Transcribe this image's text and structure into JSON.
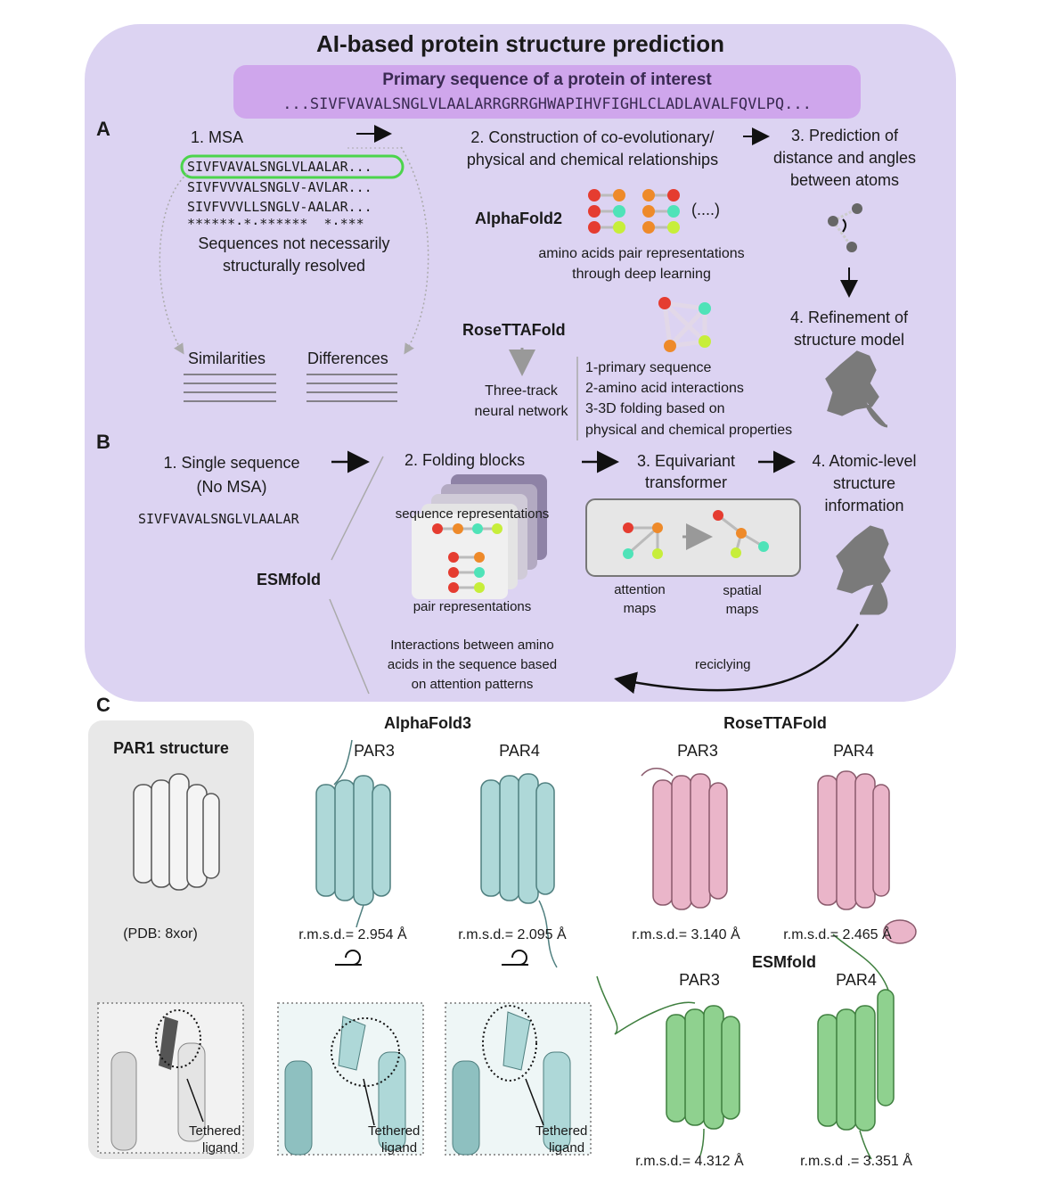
{
  "title": "AI-based protein structure prediction",
  "sequence_box": {
    "heading": "Primary sequence of a protein of interest",
    "sequence": "...SIVFVAVALSNGLVLAALARRGRRGHWAPIHVFIGHLCLADLAVALFQVLPQ..."
  },
  "panel_a": {
    "letter": "A",
    "msa_label": "1. MSA",
    "msa_lines": [
      "SIVFVAVALSNGLVLAALAR...",
      "SIVFVVVALSNGLV-AVLAR...",
      "SIVFVVVLLSNGLV-AALAR...",
      "******·*·******  *·***"
    ],
    "msa_note_1": "Sequences not necessarily",
    "msa_note_2": "structurally resolved",
    "similarities": "Similarities",
    "differences": "Differences",
    "step2_line1": "2. Construction of co-evolutionary/",
    "step2_line2": "physical and chemical relationships",
    "alphafold2": "AlphaFold2",
    "ellipsis": "(....)",
    "af2_note_1": "amino acids pair representations",
    "af2_note_2": "through deep learning",
    "step3_line1": "3. Prediction of",
    "step3_line2": "distance and angles",
    "step3_line3": "between atoms",
    "step4_line1": "4. Refinement of",
    "step4_line2": "structure model",
    "rosettafold": "RoseTTAFold",
    "three_track_1": "Three-track",
    "three_track_2": "neural network",
    "tracks": [
      "1-primary sequence",
      "2-amino acid interactions",
      "3-3D folding based on",
      "physical and chemical properties"
    ]
  },
  "panel_b": {
    "letter": "B",
    "single_seq_1": "1. Single sequence",
    "single_seq_2": "(No MSA)",
    "single_seq": "SIVFVAVALSNGLVLAALAR",
    "esmfold": "ESMfold",
    "folding_blocks": "2. Folding blocks",
    "seq_repr": "sequence representations",
    "pair_repr": "pair representations",
    "equiv_1": "3. Equivariant",
    "equiv_2": "transformer",
    "attention_1": "attention",
    "attention_2": "maps",
    "spatial_1": "spatial",
    "spatial_2": "maps",
    "atomic_1": "4. Atomic-level",
    "atomic_2": "structure",
    "atomic_3": "information",
    "interactions_1": "Interactions between amino",
    "interactions_2": "acids in the sequence based",
    "interactions_3": "on attention patterns",
    "recycling": "reciclying"
  },
  "panel_c": {
    "letter": "C",
    "par1_title": "PAR1 structure",
    "pdb": "(PDB: 8xor)",
    "alphafold3": "AlphaFold3",
    "rosettafold": "RoseTTAFold",
    "esmfold": "ESMfold",
    "par3": "PAR3",
    "par4": "PAR4",
    "tethered_1": "Tethered",
    "tethered_2": "ligand",
    "rmsd_af3_par3": "r.m.s.d.= 2.954 Å",
    "rmsd_af3_par4": "r.m.s.d.= 2.095 Å",
    "rmsd_rf_par3": "r.m.s.d.= 3.140 Å",
    "rmsd_rf_par4": "r.m.s.d.= 2.465 Å",
    "rmsd_esm_par3": "r.m.s.d.= 4.312 Å",
    "rmsd_esm_par4": "r.m.s.d .= 3.351 Å"
  },
  "colors": {
    "panel_bg": "#dcd3f2",
    "sequence_box": "#cfa6ec",
    "msa_highlight": "#4cd44c",
    "red": "#e53c30",
    "orange": "#ee8a2a",
    "cyan": "#4fe3b8",
    "lime": "#c7ee3a",
    "alphafold": "#aed8d8",
    "rosettafold": "#eab5c9",
    "esmfold": "#8fd18f"
  }
}
